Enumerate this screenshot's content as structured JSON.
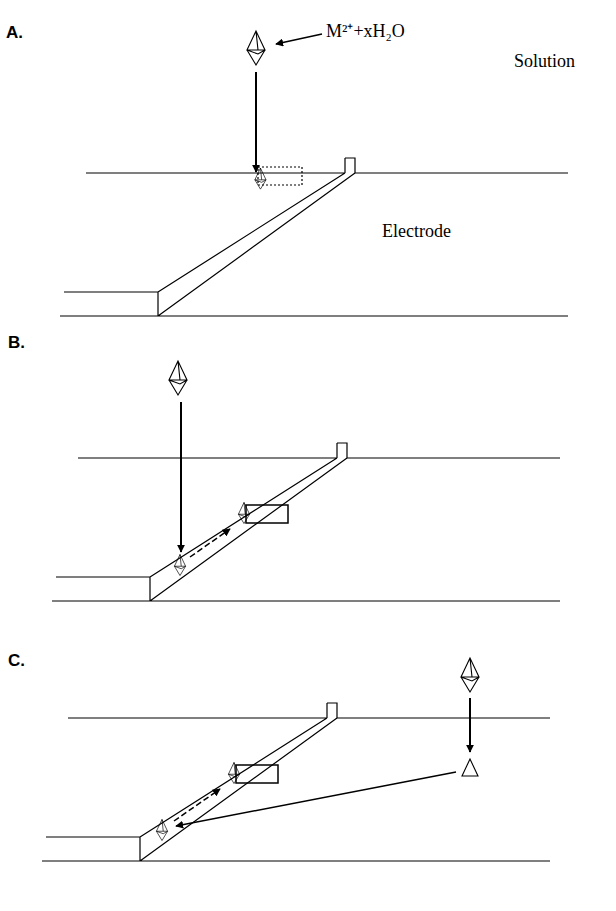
{
  "diagram": {
    "labels": [
      "A.",
      "M²⁺+xH₂O",
      "Solution",
      "Electrode",
      "B.",
      "C."
    ]
  }
}
